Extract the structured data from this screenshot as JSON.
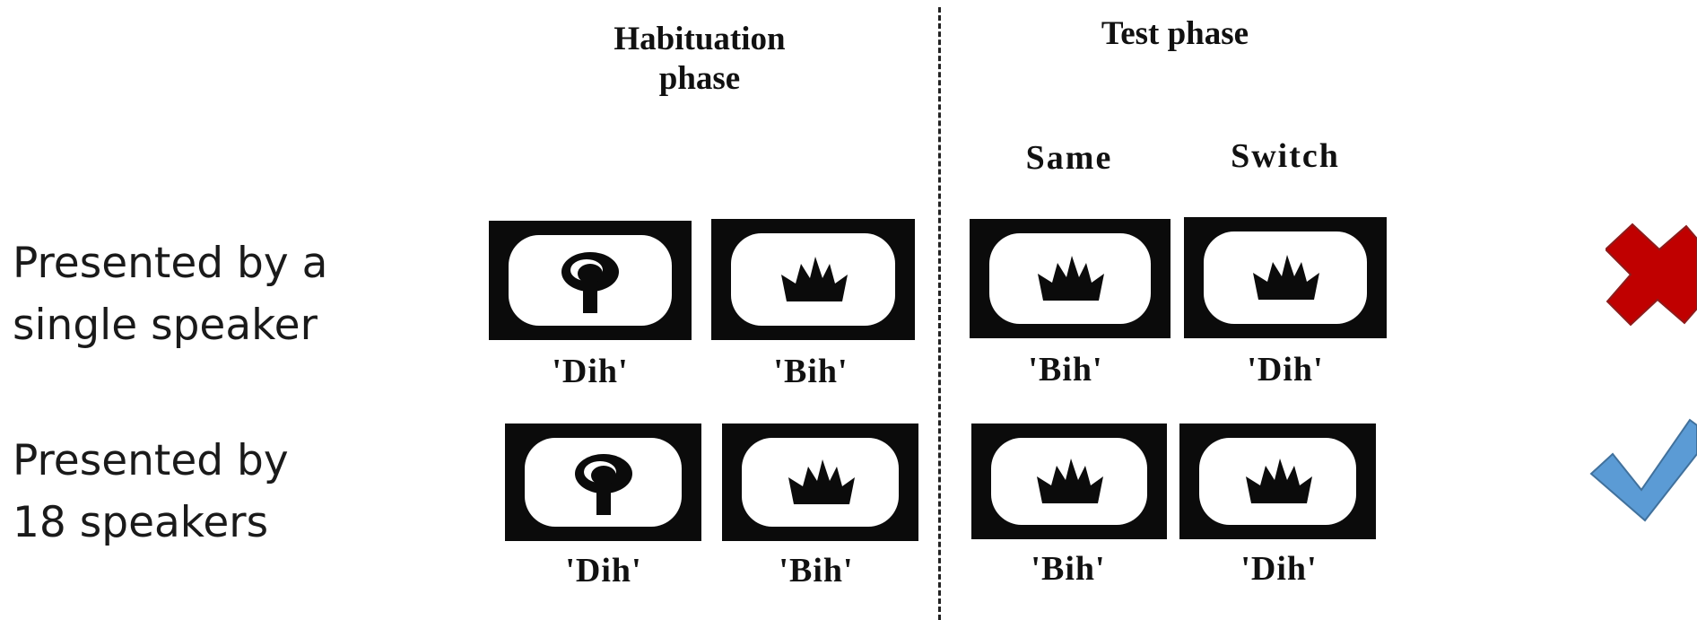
{
  "headers": {
    "habituation": [
      "Habituation",
      "phase"
    ],
    "test": "Test phase",
    "same": "Same",
    "switch": "Switch"
  },
  "rows": [
    {
      "label": [
        "Presented by a",
        "single speaker"
      ],
      "words": [
        "'Dih'",
        "'Bih'",
        "'Bih'",
        "'Dih'"
      ],
      "result": "cross-icon"
    },
    {
      "label": [
        "Presented by",
        "18 speakers"
      ],
      "words": [
        "'Dih'",
        "'Bih'",
        "'Bih'",
        "'Dih'"
      ],
      "result": "check-icon"
    }
  ],
  "cards": [
    "object-a",
    "crown-object",
    "crown-object",
    "crown-object"
  ],
  "colors": {
    "cross": "#c00000",
    "check": "#5b9bd5",
    "check_stroke": "#41719c",
    "cross_stroke": "#8c1c1c"
  }
}
